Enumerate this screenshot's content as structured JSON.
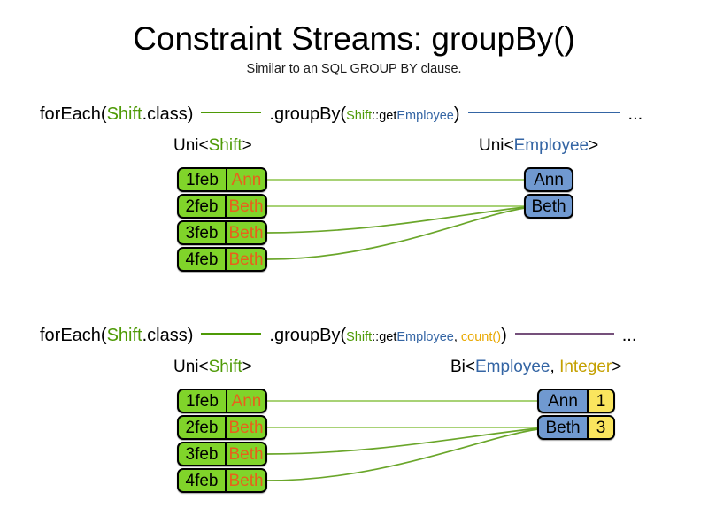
{
  "header": {
    "title": "Constraint Streams: groupBy()",
    "subtitle": "Similar to an SQL GROUP BY clause."
  },
  "sections": [
    {
      "id": "groupby-simple",
      "pipeline": {
        "for_each": "forEach(",
        "for_each_class": "Shift",
        "for_each_suffix": ".class)",
        "group_by": ".groupBy(",
        "mapper_class": "Shift",
        "mapper_sep": "::get",
        "mapper_prop": "Employee",
        "group_by_close": ")",
        "ellipsis": "..."
      },
      "left": {
        "caption_prefix": "Uni<",
        "caption_type": "Shift",
        "caption_suffix": ">",
        "rows": [
          {
            "date": "1feb",
            "name": "Ann"
          },
          {
            "date": "2feb",
            "name": "Beth"
          },
          {
            "date": "3feb",
            "name": "Beth"
          },
          {
            "date": "4feb",
            "name": "Beth"
          }
        ]
      },
      "right": {
        "caption_prefix": "Uni<",
        "caption_type": "Employee",
        "caption_suffix": ">",
        "rows": [
          {
            "name": "Ann"
          },
          {
            "name": "Beth"
          }
        ]
      }
    },
    {
      "id": "groupby-count",
      "pipeline": {
        "for_each": "forEach(",
        "for_each_class": "Shift",
        "for_each_suffix": ".class)",
        "group_by": ".groupBy(",
        "mapper_class": "Shift",
        "mapper_sep": "::get",
        "mapper_prop": "Employee",
        "mapper_comma": ", ",
        "collector": "count()",
        "group_by_close": ")",
        "ellipsis": "..."
      },
      "left": {
        "caption_prefix": "Uni<",
        "caption_type": "Shift",
        "caption_suffix": ">",
        "rows": [
          {
            "date": "1feb",
            "name": "Ann"
          },
          {
            "date": "2feb",
            "name": "Beth"
          },
          {
            "date": "3feb",
            "name": "Beth"
          },
          {
            "date": "4feb",
            "name": "Beth"
          }
        ]
      },
      "right": {
        "caption_prefix": "Bi<",
        "caption_type_a": "Employee",
        "caption_comma": ", ",
        "caption_type_b": "Integer",
        "caption_suffix": ">",
        "rows": [
          {
            "name": "Ann",
            "count": "1"
          },
          {
            "name": "Beth",
            "count": "3"
          }
        ]
      }
    }
  ],
  "colors": {
    "shift_green": "#80d42a",
    "employee_blue": "#7099d0",
    "integer_yellow": "#fae55e",
    "name_orange": "#e8601c",
    "class_green_text": "#4e9a06",
    "type_blue_text": "#3465a4",
    "type_gold_text": "#c4a000",
    "collector_orange_text": "#e9a800",
    "link_green": "#6aa62a",
    "link_blue": "#3465a4",
    "link_purple": "#75507b"
  }
}
